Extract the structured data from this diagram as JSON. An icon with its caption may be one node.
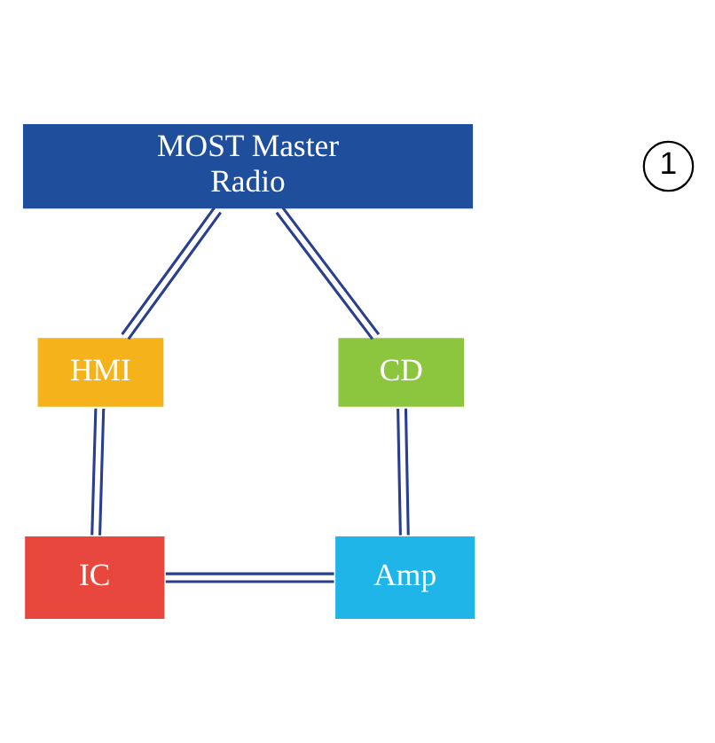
{
  "diagram": {
    "nodes": [
      {
        "text": [
          "MOST Master",
          "Radio"
        ]
      },
      {
        "text": [
          "HMI"
        ]
      },
      {
        "text": [
          "CD"
        ]
      },
      {
        "text": [
          "IC"
        ]
      },
      {
        "text": [
          "Amp"
        ]
      }
    ],
    "edges": [
      {
        "from": 0,
        "to": 1,
        "arrow": "none"
      },
      {
        "from": 0,
        "to": 2,
        "arrow": "none"
      },
      {
        "from": 1,
        "to": 3,
        "arrow": "none"
      },
      {
        "from": 2,
        "to": 4,
        "arrow": "none"
      },
      {
        "from": 3,
        "to": 4,
        "arrow": "none"
      }
    ],
    "labels": [
      "1"
    ]
  }
}
